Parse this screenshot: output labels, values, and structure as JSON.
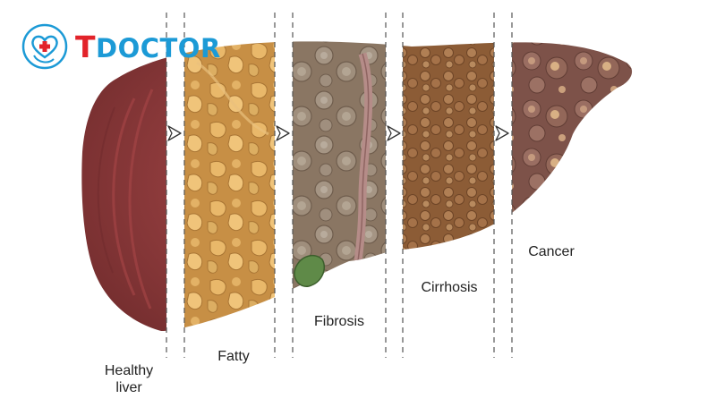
{
  "logo": {
    "initial": "T",
    "rest": "DOCTOR",
    "initial_color": "#e2232a",
    "rest_color": "#1c9ad6",
    "icon": "heart-stethoscope-icon"
  },
  "stages": [
    {
      "key": "healthy",
      "label": "Healthy\nliver",
      "color": "#8e3b3c"
    },
    {
      "key": "fatty",
      "label": "Fatty",
      "color": "#d8a04f"
    },
    {
      "key": "fibrosis",
      "label": "Fibrosis",
      "color": "#8f7a66"
    },
    {
      "key": "cirrhosis",
      "label": "Cirrhosis",
      "color": "#9a6c45"
    },
    {
      "key": "cancer",
      "label": "Cancer",
      "color": "#8b5e56"
    }
  ],
  "gallbladder_color": "#5f8a48"
}
